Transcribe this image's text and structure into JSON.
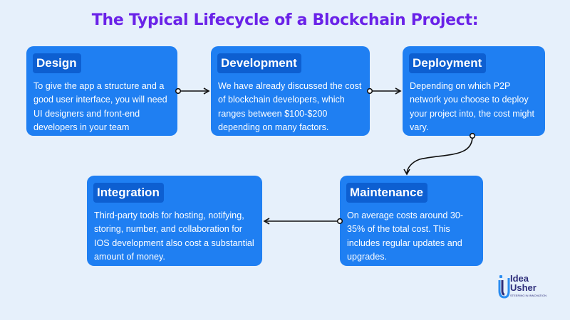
{
  "title": "The Typical Lifecycle of a Blockchain Project:",
  "cards": [
    {
      "label": "Design",
      "text": "To give the app a structure and a good user interface, you will need UI designers and front-end developers in your team"
    },
    {
      "label": "Development",
      "text": "We have already discussed the cost of blockchain developers, which ranges between $100-$200 depending on many factors."
    },
    {
      "label": "Deployment",
      "text": "Depending on which P2P network you choose to deploy your project into, the cost might vary."
    },
    {
      "label": "Maintenance",
      "text": "On average costs around 30-35% of the total cost. This includes regular updates and upgrades."
    },
    {
      "label": "Integration",
      "text": "Third-party tools for hosting, notifying, storing, number, and collaboration for IOS development also cost a substantial amount of money."
    }
  ],
  "logo": {
    "line1": "Idea",
    "line2": "Usher",
    "tagline": "STEERING IN INNOVATION"
  },
  "colors": {
    "background": "#e6f0fb",
    "title": "#6a22e8",
    "card": "#1f7ff2",
    "label": "#0d5fd1",
    "connector": "#111111"
  }
}
